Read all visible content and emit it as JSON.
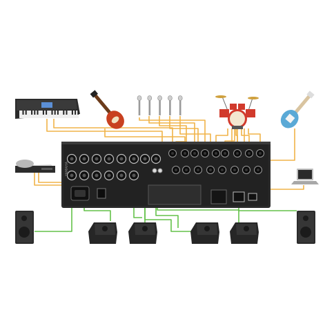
{
  "diagram": {
    "brand_label": "YAMAHA",
    "colors": {
      "background": "#ffffff",
      "input_cable": "#f0b348",
      "output_cable": "#63c149",
      "mixer_body": "#2a2a2a",
      "mixer_panel": "#1c1c1c",
      "jack_ring": "#bdbdbd"
    },
    "devices": [
      {
        "name": "keyboard-synth",
        "icon": "synthesizer-icon"
      },
      {
        "name": "electric-guitar-red",
        "icon": "electric-guitar-icon"
      },
      {
        "name": "microphones",
        "icon": "microphone-icon",
        "count": 5
      },
      {
        "name": "drum-kit",
        "icon": "drum-kit-icon"
      },
      {
        "name": "electric-guitar-blue",
        "icon": "electric-guitar-icon"
      },
      {
        "name": "cd-player",
        "icon": "cd-player-icon"
      },
      {
        "name": "laptop",
        "icon": "laptop-icon"
      },
      {
        "name": "main-speaker-left",
        "icon": "speaker-icon"
      },
      {
        "name": "main-speaker-right",
        "icon": "speaker-icon"
      },
      {
        "name": "stage-monitors",
        "icon": "floor-monitor-icon",
        "count": 4
      },
      {
        "name": "digital-mixer-rear-panel",
        "icon": "mixer-rear-panel-icon"
      }
    ]
  }
}
